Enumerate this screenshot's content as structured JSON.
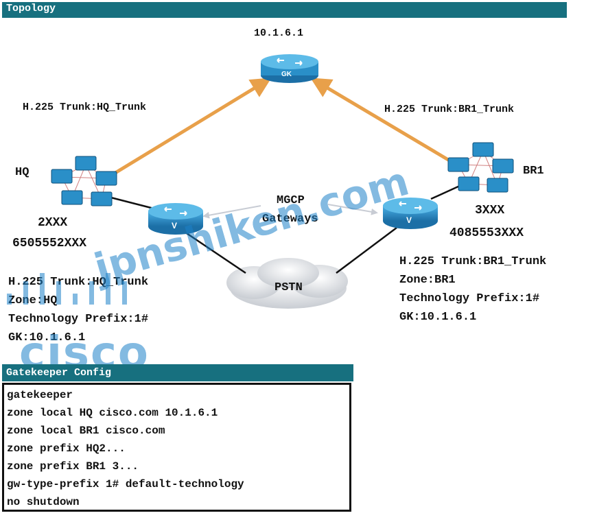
{
  "topology": {
    "header": "Topology",
    "gk_ip": "10.1.6.1",
    "gk_label": "GK",
    "hq_trunk_label": "H.225 Trunk:HQ_Trunk",
    "br1_trunk_label": "H.225 Trunk:BR1_Trunk",
    "hq_name": "HQ",
    "br1_name": "BR1",
    "hq_ext": "2XXX",
    "hq_did": "6505552XXX",
    "br1_ext": "3XXX",
    "br1_did": "4085553XXX",
    "mgcp_line1": "MGCP",
    "mgcp_line2": "Gateways",
    "pstn_label": "PSTN",
    "gw_label": "V",
    "hq_info": [
      "H.225 Trunk:HQ_Trunk",
      "Zone:HQ",
      "Technology Prefix:1#",
      "GK:10.1.6.1"
    ],
    "br1_info": [
      "H.225 Trunk:BR1_Trunk",
      "Zone:BR1",
      "Technology Prefix:1#",
      "GK:10.1.6.1"
    ]
  },
  "gatekeeper_config": {
    "header": "Gatekeeper Config",
    "lines": [
      "gatekeeper",
      "zone local HQ cisco.com 10.1.6.1",
      "zone local BR1 cisco.com",
      "zone prefix HQ2...",
      "zone prefix BR1 3...",
      "gw-type-prefix 1# default-technology",
      "no shutdown"
    ]
  },
  "watermark": {
    "site": "jpnshiken.com",
    "brand": "cisco"
  },
  "colors": {
    "header_bg": "#17707f",
    "trunk_arrow": "#e8a04a",
    "device_blue": "#2a8fc8"
  }
}
